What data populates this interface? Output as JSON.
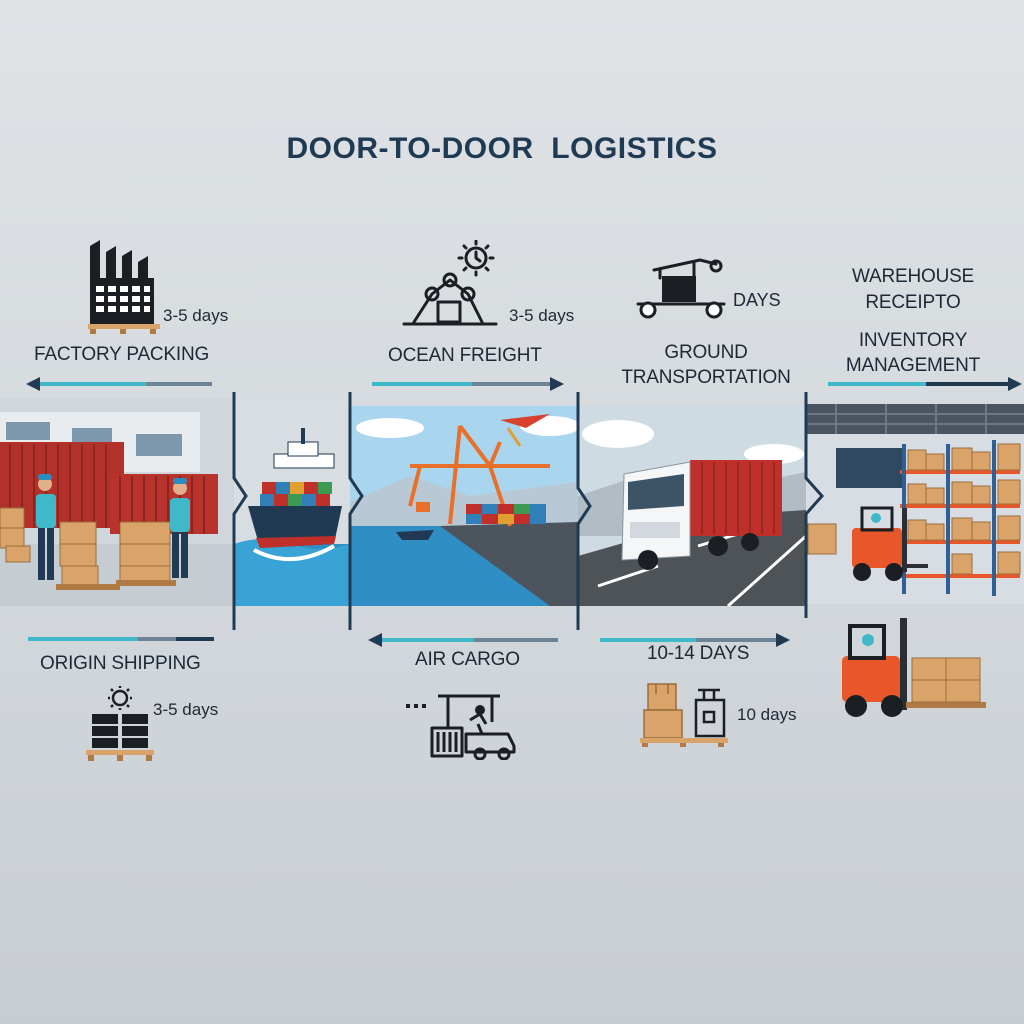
{
  "title": "DOOR-TO-DOOR  LOGISTICS",
  "colors": {
    "navy": "#1f3a52",
    "teal": "#3fb8c9",
    "slate": "#6e8396",
    "container_red": "#c0302b",
    "forklift_orange": "#e8572a",
    "box_tan": "#d9a36a",
    "sea_blue": "#2f8fc4"
  },
  "stages": {
    "factory_packing": {
      "label": "FACTORY PACKING",
      "duration": "3-5 days",
      "icon": "factory-icon"
    },
    "ocean_freight": {
      "label": "OCEAN FREIGHT",
      "duration": "3-5 days",
      "icon": "crane-gear-icon"
    },
    "ground_transportation": {
      "label": "GROUND\nTRANSPORTATION",
      "duration": "DAYS",
      "icon": "truck-icon"
    },
    "warehouse_receipt": {
      "label": "WAREHOUSE\nRECEIPTO",
      "icon": "warehouse-icon"
    },
    "inventory_management": {
      "label": "INVENTORY\nMANAGEMENT"
    },
    "origin_shipping": {
      "label": "ORIGIN SHIPPING",
      "duration": "3-5 days",
      "icon": "pallet-gear-icon"
    },
    "air_cargo": {
      "label": "AIR CARGO",
      "icon": "cargo-loader-icon"
    },
    "delivery": {
      "label": "10-14 DAYS",
      "duration": "10 days",
      "icon": "boxes-icon"
    }
  }
}
